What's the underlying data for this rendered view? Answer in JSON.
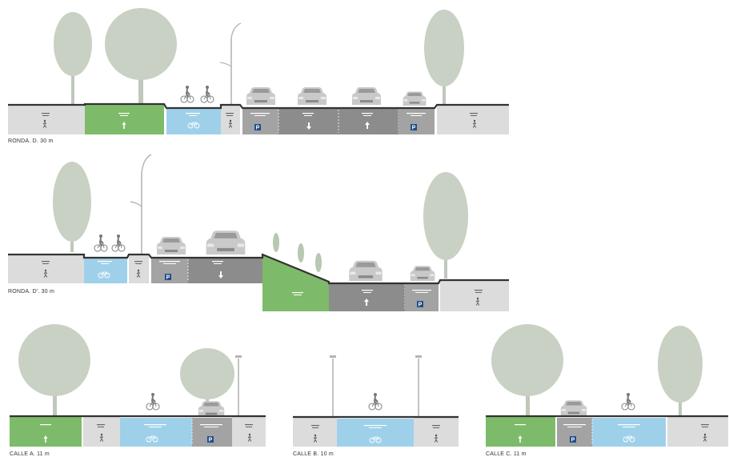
{
  "sections": [
    {
      "id": "ronda-d",
      "label": "RONDA. D. 30 m"
    },
    {
      "id": "ronda-d2",
      "label": "RONDA. D'. 30 m"
    },
    {
      "id": "calle-a",
      "label": "CALLE A. 11 m"
    },
    {
      "id": "calle-b",
      "label": "CALLE B. 10 m"
    },
    {
      "id": "calle-c",
      "label": "CALLE C. 11 m"
    }
  ],
  "colors": {
    "sidewalk": "#dcdcdc",
    "green": "#7dbb6a",
    "bike": "#9fd0ea",
    "road": "#8c8c8c",
    "parking": "#a3a3a3",
    "ground_line": "#333333",
    "tree": "#c8d1c4",
    "car": "#c9c9c9",
    "icon": "#555555"
  },
  "icons": {
    "pedestrian": "pedestrian-icon",
    "bike": "bicycle-icon",
    "parking": "parking-icon",
    "arrow_up": "arrow-up-icon",
    "arrow_down": "arrow-down-icon",
    "tree": "tree-icon",
    "car": "car-icon",
    "streetlight": "streetlight-icon",
    "cyclist": "cyclist-icon"
  }
}
